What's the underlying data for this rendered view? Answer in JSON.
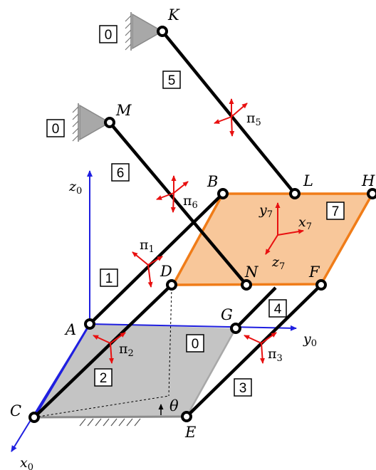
{
  "colors": {
    "world_axis": "#1f1fe0",
    "body_axis": "#e81010",
    "ground_plate": "#c4c4c4",
    "platform_fill": "#f8c79a",
    "platform_edge": "#f07c18",
    "link": "#000000",
    "support": "#a8a8a8"
  },
  "points": {
    "A": "A",
    "B": "B",
    "C": "C",
    "D": "D",
    "E": "E",
    "F": "F",
    "G": "G",
    "H": "H",
    "K": "K",
    "L": "L",
    "M": "M",
    "N": "N"
  },
  "link_numbers": {
    "ground_support_K": "0",
    "ground_support_M": "0",
    "ground_plate": "0",
    "link_1": "1",
    "link_2": "2",
    "link_3": "3",
    "link_4": "4",
    "link_5": "5",
    "link_6": "6",
    "platform_7": "7"
  },
  "world_axes": {
    "x": "x",
    "x_sub": "0",
    "y": "y",
    "y_sub": "0",
    "z": "z",
    "z_sub": "0"
  },
  "body_axes": {
    "x": "x",
    "x_sub": "7",
    "y": "y",
    "y_sub": "7",
    "z": "z",
    "z_sub": "7"
  },
  "planes": {
    "pi1": {
      "symbol": "π",
      "sub": "1"
    },
    "pi2": {
      "symbol": "π",
      "sub": "2"
    },
    "pi3": {
      "symbol": "π",
      "sub": "3"
    },
    "pi5": {
      "symbol": "π",
      "sub": "5"
    },
    "pi6": {
      "symbol": "π",
      "sub": "6"
    }
  },
  "angle_label": "θ"
}
